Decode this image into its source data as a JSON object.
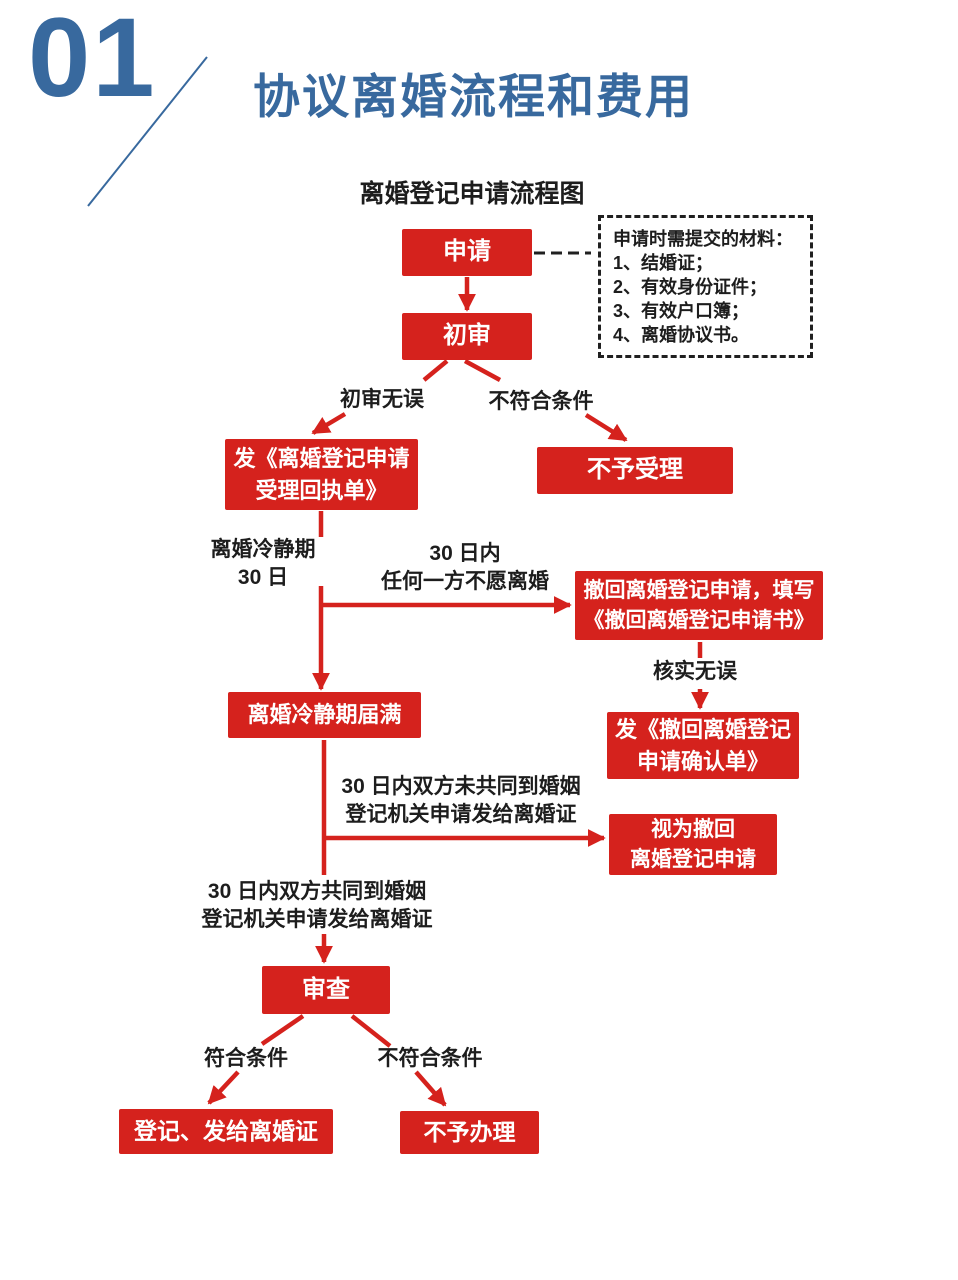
{
  "page": {
    "section_number": "01",
    "title": "协议离婚流程和费用",
    "subtitle": "离婚登记申请流程图"
  },
  "colors": {
    "red": "#d5221d",
    "blue": "#38699e",
    "text": "#1d1d1d"
  },
  "note": {
    "title": "申请时需提交的材料：",
    "items": [
      "1、结婚证；",
      "2、有效身份证件；",
      "3、有效户口簿；",
      "4、离婚协议书。"
    ]
  },
  "nodes": {
    "apply": "申请",
    "initial_review": "初审",
    "issue_receipt": "发《离婚登记申请\n受理回执单》",
    "not_accepted": "不予受理",
    "withdraw_application": "撤回离婚登记申请，填写\n《撤回离婚登记申请书》",
    "issue_confirmation": "发《撤回离婚登记\n申请确认单》",
    "cooling_expired": "离婚冷静期届满",
    "deemed_withdrawn": "视为撤回\n离婚登记申请",
    "review": "审查",
    "register_issue": "登记、发给离婚证",
    "not_processed": "不予办理"
  },
  "labels": {
    "review_ok": "初审无误",
    "not_qualified_top": "不符合条件",
    "cooling_period": "离婚冷静期\n30 日",
    "within_30_unwilling": "30 日内\n任何一方不愿离婚",
    "verified_ok": "核实无误",
    "not_jointly_30": "30 日内双方未共同到婚姻\n登记机关申请发给离婚证",
    "jointly_30": "30 日内双方共同到婚姻\n登记机关申请发给离婚证",
    "qualified": "符合条件",
    "not_qualified_bottom": "不符合条件"
  }
}
